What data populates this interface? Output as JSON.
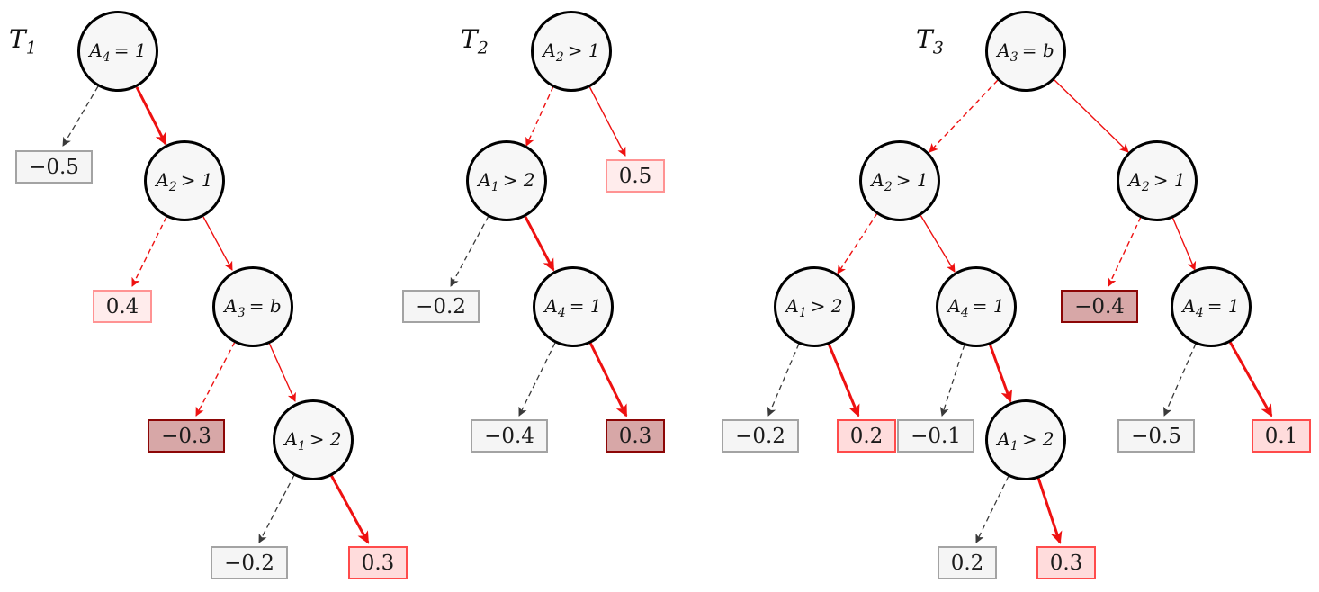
{
  "colors": {
    "node_fill": "#f7f7f7",
    "node_border": "#000000",
    "edge_red": "#ee1111",
    "edge_black": "#3a3a3a",
    "leaf_neutral_border": "#a3a3a3",
    "leaf_neutral_fill": "#f5f5f5",
    "leaf_light_red_border": "#ff9393",
    "leaf_light_red_fill": "#ffecec",
    "leaf_red_border": "#ff4b4b",
    "leaf_red_fill": "#ffdcdc",
    "leaf_dark_red_border": "#8c0606",
    "leaf_dark_red_fill": "#d7a7a7"
  },
  "trees": [
    {
      "label": "T",
      "label_sub": "1",
      "nodes": [
        {
          "var": "A",
          "sub": "4",
          "cond": "= 1"
        },
        {
          "var": "A",
          "sub": "2",
          "cond": "> 1"
        },
        {
          "var": "A",
          "sub": "3",
          "cond": "= b"
        },
        {
          "var": "A",
          "sub": "1",
          "cond": "> 2"
        }
      ],
      "leaves": [
        {
          "value": "−0.5",
          "style": "neutral"
        },
        {
          "value": "0.4",
          "style": "light-red"
        },
        {
          "value": "−0.3",
          "style": "dark-red"
        },
        {
          "value": "−0.2",
          "style": "neutral"
        },
        {
          "value": "0.3",
          "style": "red"
        }
      ]
    },
    {
      "label": "T",
      "label_sub": "2",
      "nodes": [
        {
          "var": "A",
          "sub": "2",
          "cond": "> 1"
        },
        {
          "var": "A",
          "sub": "1",
          "cond": "> 2"
        },
        {
          "var": "A",
          "sub": "4",
          "cond": "= 1"
        }
      ],
      "leaves": [
        {
          "value": "0.5",
          "style": "light-red"
        },
        {
          "value": "−0.2",
          "style": "neutral"
        },
        {
          "value": "−0.4",
          "style": "neutral"
        },
        {
          "value": "0.3",
          "style": "dark-red"
        }
      ]
    },
    {
      "label": "T",
      "label_sub": "3",
      "nodes": [
        {
          "var": "A",
          "sub": "3",
          "cond": "= b"
        },
        {
          "var": "A",
          "sub": "2",
          "cond": "> 1"
        },
        {
          "var": "A",
          "sub": "2",
          "cond": "> 1"
        },
        {
          "var": "A",
          "sub": "1",
          "cond": "> 2"
        },
        {
          "var": "A",
          "sub": "4",
          "cond": "= 1"
        },
        {
          "var": "A",
          "sub": "4",
          "cond": "= 1"
        },
        {
          "var": "A",
          "sub": "1",
          "cond": "> 2"
        }
      ],
      "leaves": [
        {
          "value": "−0.2",
          "style": "neutral"
        },
        {
          "value": "0.2",
          "style": "red"
        },
        {
          "value": "−0.1",
          "style": "neutral"
        },
        {
          "value": "−0.4",
          "style": "dark-red"
        },
        {
          "value": "−0.5",
          "style": "neutral"
        },
        {
          "value": "0.1",
          "style": "red"
        },
        {
          "value": "0.2",
          "style": "neutral"
        },
        {
          "value": "0.3",
          "style": "red"
        }
      ]
    }
  ]
}
